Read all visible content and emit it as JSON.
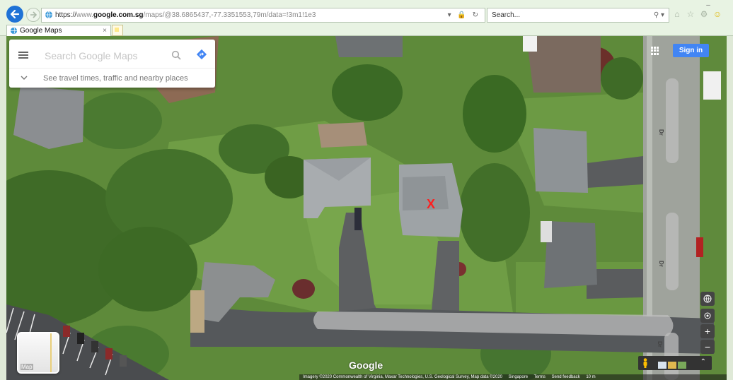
{
  "browser": {
    "url_prefix": "https://",
    "url_host_dim": "www.",
    "url_host": "google.com.sg",
    "url_path": "/maps/@38.6865437,-77.3351553,79m/data=!3m1!1e3",
    "search_placeholder": "Search...",
    "tab_title": "Google Maps",
    "tab_close": "×"
  },
  "maps": {
    "search_placeholder": "Search Google Maps",
    "travel_text": "See travel times, traffic and nearby places",
    "signin_label": "Sign in",
    "layer_label": "Map",
    "google_logo": "Google",
    "marker": "X",
    "zoom_in": "+",
    "zoom_out": "−",
    "attribution": [
      "Imagery ©2020 Commonwealth of Virginia, Maxar Technologies, U.S. Geological Survey, Map data ©2020",
      "Singapore",
      "Terms",
      "Send feedback",
      "10 m"
    ],
    "street_labels": [
      "Dr",
      "Dr",
      "Dr"
    ]
  },
  "colors": {
    "accent": "#4285f4",
    "back_button": "#1f72d6",
    "marker": "#ff1f1f"
  }
}
